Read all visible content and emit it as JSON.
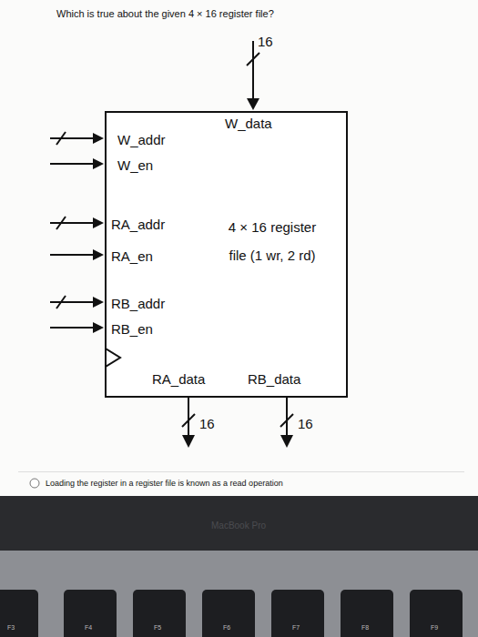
{
  "diagram": {
    "title": "Which is true about the given 4 × 16 register file?",
    "nodes": [
      {
        "text": [
          "W_data",
          "W_addr",
          "W_en",
          "RA_addr",
          "RA_en",
          "4 × 16 register file (1 wr, 2 rd)",
          "RB_addr",
          "RB_en",
          "RA_data",
          "RB_data"
        ]
      }
    ],
    "labels": [
      "16",
      "16",
      "16",
      "Loading the register in a register file is known as a read operation",
      "MacBook Pro",
      "F3",
      "F4",
      "F5",
      "F6",
      "F7",
      "F8",
      "F9"
    ]
  }
}
